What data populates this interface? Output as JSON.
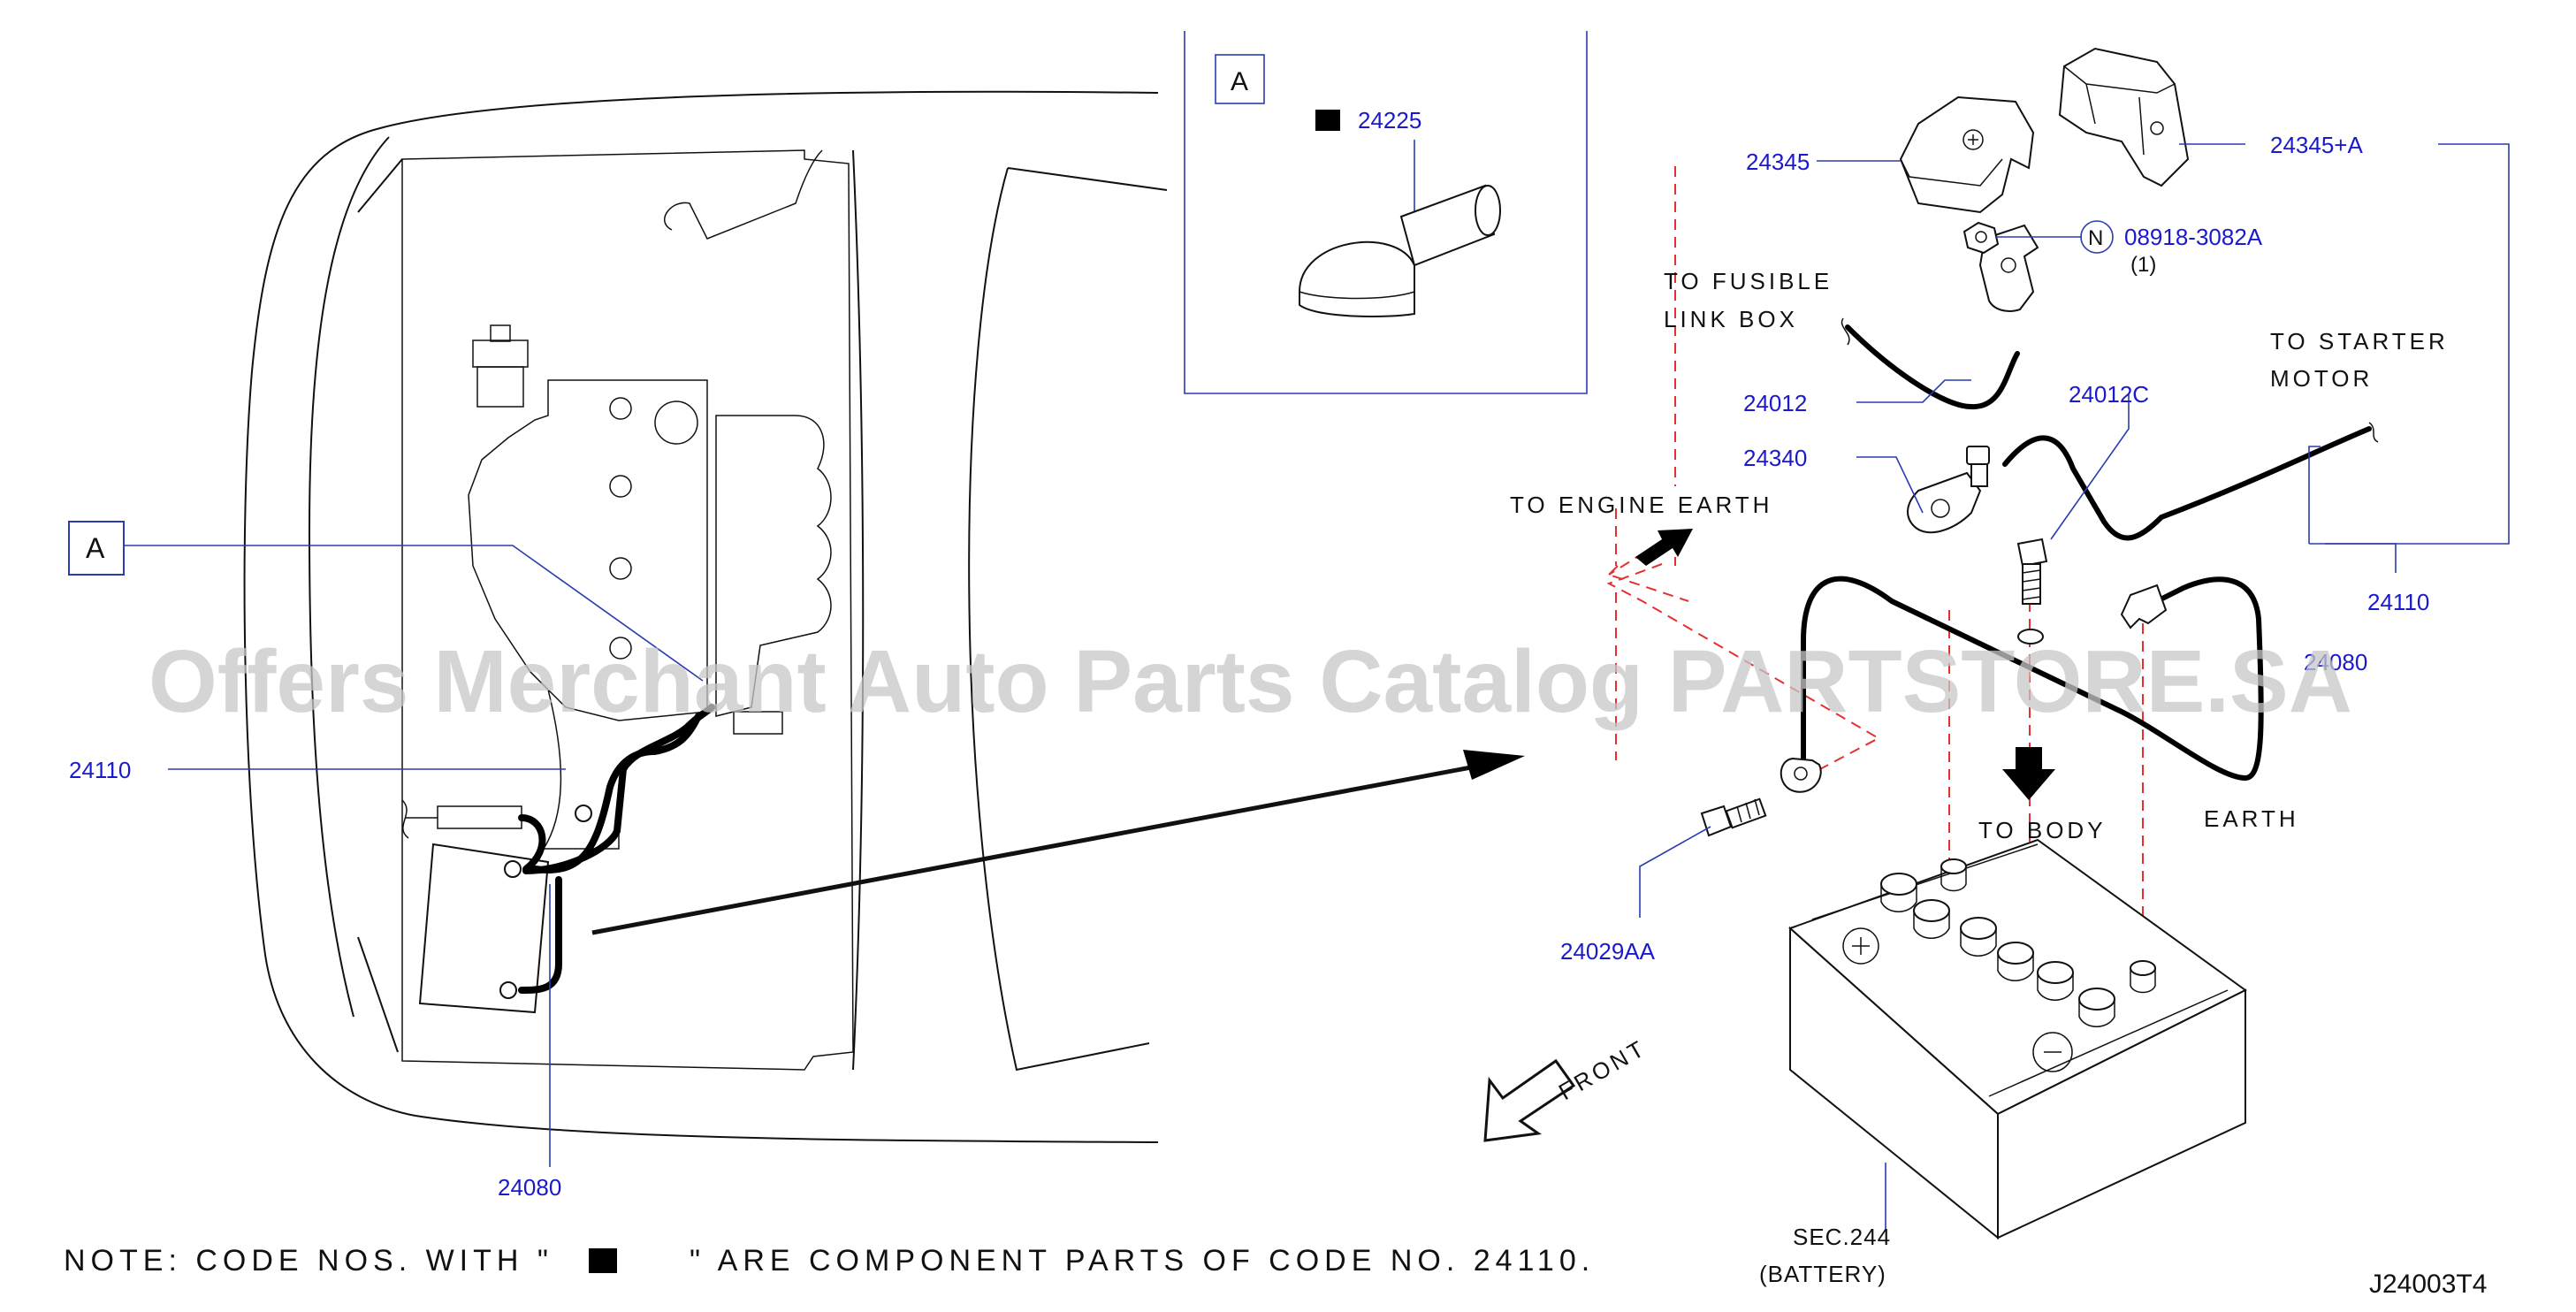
{
  "labels": {
    "view_a_box": "A",
    "view_a_tag": "A",
    "p24225": "24225",
    "p24345": "24345",
    "p24345a": "24345+A",
    "nut_symbol": "N",
    "p08918": "08918-3082A",
    "qty": "(1)",
    "to_fusible_1": "TO FUSIBLE",
    "to_fusible_2": "LINK BOX",
    "p24012": "24012",
    "p24012c": "24012C",
    "to_starter_1": "TO STARTER",
    "to_starter_2": "MOTOR",
    "p24340": "24340",
    "to_engine_earth": "TO ENGINE EARTH",
    "p24110_right": "24110",
    "p24080_right": "24080",
    "to_body": "TO BODY",
    "earth": "EARTH",
    "p24029aa": "24029AA",
    "p24110_left": "24110",
    "p24080_left": "24080",
    "front": "FRONT",
    "sec244": "SEC.244",
    "battery": "(BATTERY)",
    "drawing_code": "J24003T4"
  },
  "note": {
    "prefix": "NOTE: CODE NOS. WITH \"",
    "suffix": "\" ARE COMPONENT PARTS OF CODE NO. 24110."
  },
  "watermark": "Offers Merchant Auto Parts Catalog PARTSTORE.SA",
  "colors": {
    "part_number": "#1a1acc",
    "leader": "#2a3cb0",
    "dashed_guide": "#e53030",
    "watermark": "#c8c8c8"
  }
}
